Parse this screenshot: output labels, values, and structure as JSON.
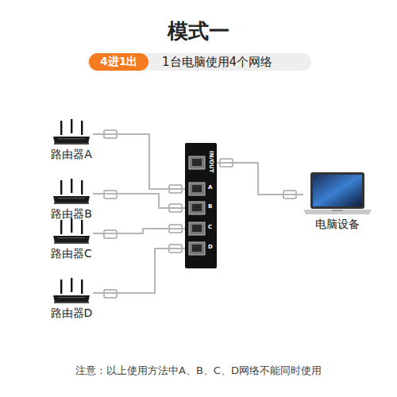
{
  "diagram": {
    "title": "模式一",
    "nodes": [
      {
        "text": [
          "4进1出"
        ]
      },
      {
        "text": [
          "路由器A"
        ]
      },
      {
        "text": [
          "路由器B"
        ]
      },
      {
        "text": [
          "路由器C"
        ]
      },
      {
        "text": [
          "路由器D"
        ]
      },
      {
        "text": [
          "IN/OUT",
          "A",
          "B",
          "C",
          "D"
        ]
      },
      {
        "text": [
          "电脑设备"
        ]
      }
    ],
    "edges": [
      {
        "from": 1,
        "to": 5,
        "arrow": "none"
      },
      {
        "from": 2,
        "to": 5,
        "arrow": "none"
      },
      {
        "from": 3,
        "to": 5,
        "arrow": "none"
      },
      {
        "from": 4,
        "to": 5,
        "arrow": "none"
      },
      {
        "from": 5,
        "to": 6,
        "arrow": "none"
      }
    ],
    "labels": [
      "1台电脑使用4个网络",
      "注意：以上使用方法中A、B、C、D网络不能同时使用"
    ]
  }
}
